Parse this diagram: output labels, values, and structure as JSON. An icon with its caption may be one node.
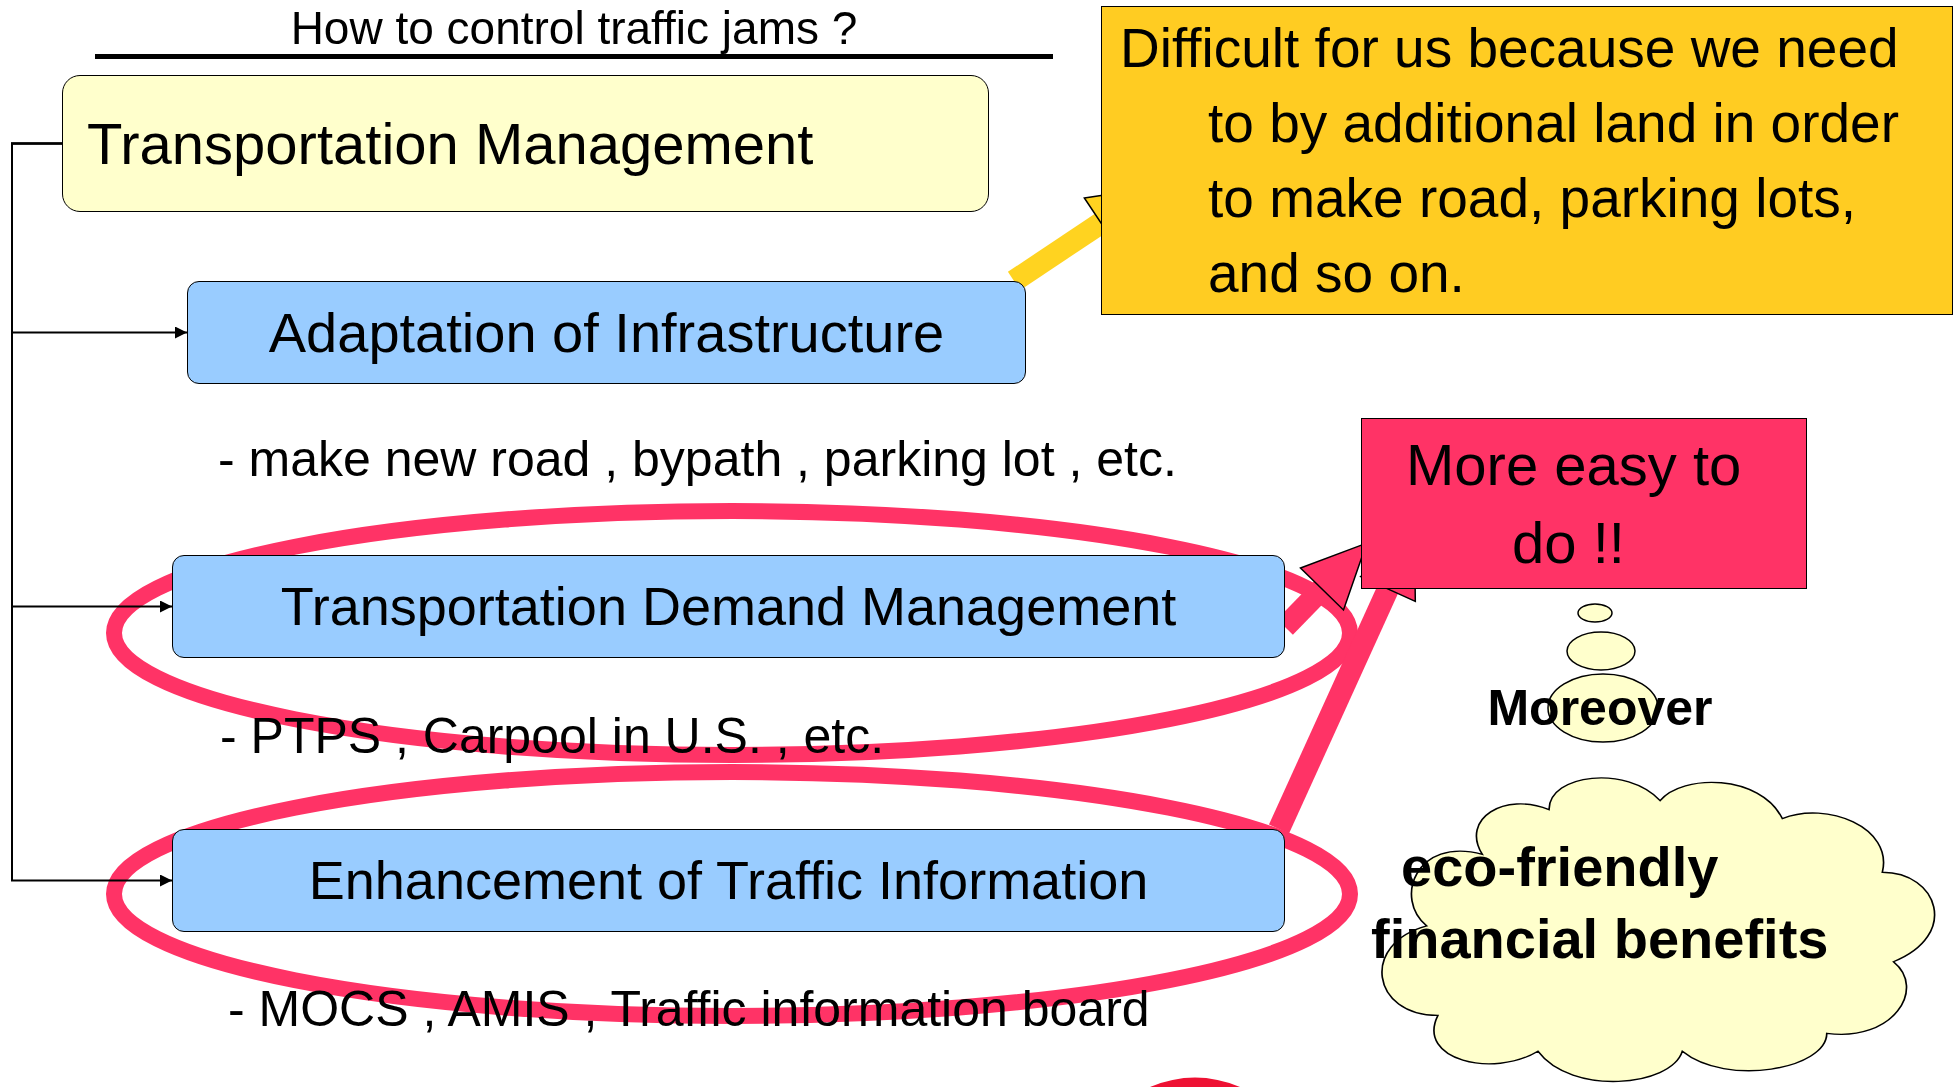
{
  "diagram": {
    "title": "How to control traffic jams ?",
    "nodes": [
      {
        "text": [
          "Transportation Management"
        ]
      },
      {
        "text": [
          "Adaptation of Infrastructure"
        ]
      },
      {
        "text": [
          "Transportation Demand Management"
        ]
      },
      {
        "text": [
          "Enhancement of Traffic Information"
        ]
      },
      {
        "text": [
          "Difficult for us because we need to by additional land in order to make road, parking lots, and so on."
        ]
      },
      {
        "text": [
          "More easy to do !!"
        ]
      },
      {
        "text": [
          "Moreover"
        ]
      },
      {
        "text": [
          "eco-friendly",
          "financial benefits"
        ]
      }
    ],
    "edges": [
      {
        "from": 0,
        "to": 1,
        "arrow": "to"
      },
      {
        "from": 0,
        "to": 2,
        "arrow": "to"
      },
      {
        "from": 0,
        "to": 3,
        "arrow": "to"
      },
      {
        "from": 1,
        "to": 4,
        "arrow": "to",
        "style": "thick",
        "color": "#ffd320"
      },
      {
        "from": 2,
        "to": 5,
        "arrow": "to",
        "style": "thick",
        "color": "#ff3366"
      },
      {
        "from": 3,
        "to": 5,
        "arrow": "to",
        "style": "thick",
        "color": "#ff3366"
      }
    ],
    "labels": [
      "- make new road , bypath , parking lot , etc.",
      "- PTPS , Carpool in U.S. , etc.",
      "- MOCS , AMIS , Traffic information board"
    ]
  }
}
